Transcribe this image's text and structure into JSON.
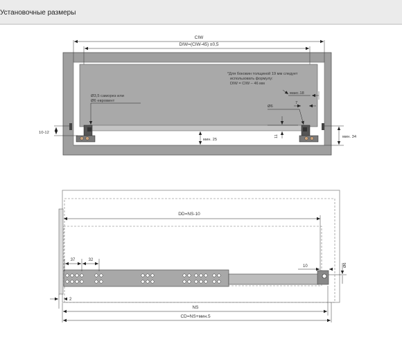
{
  "header": {
    "title": "Установочные размеры"
  },
  "front_view": {
    "ciw": "CIW",
    "diw": "DIW=(CIW-45) ±0,5",
    "note": [
      "*Для боковин толщиной 19 мм следует",
      "использовать формулу:",
      "DIW = CIW – 46 мм"
    ],
    "max18": "макс.18",
    "screw": [
      "Ø3,5 саморез или",
      "Ø6 евровинт"
    ],
    "d6": "Ø6",
    "seven": "7",
    "h1012": "10-12",
    "eleven": "11",
    "min25": "мин. 25",
    "min34": "мин. 34"
  },
  "side_view": {
    "dd": "DD=NS-10",
    "d37": "37",
    "d32": "32",
    "d10": "10",
    "d6": "Ø6",
    "d2": "2",
    "ns": "NS",
    "cd": "CD=NS+мин.5"
  }
}
